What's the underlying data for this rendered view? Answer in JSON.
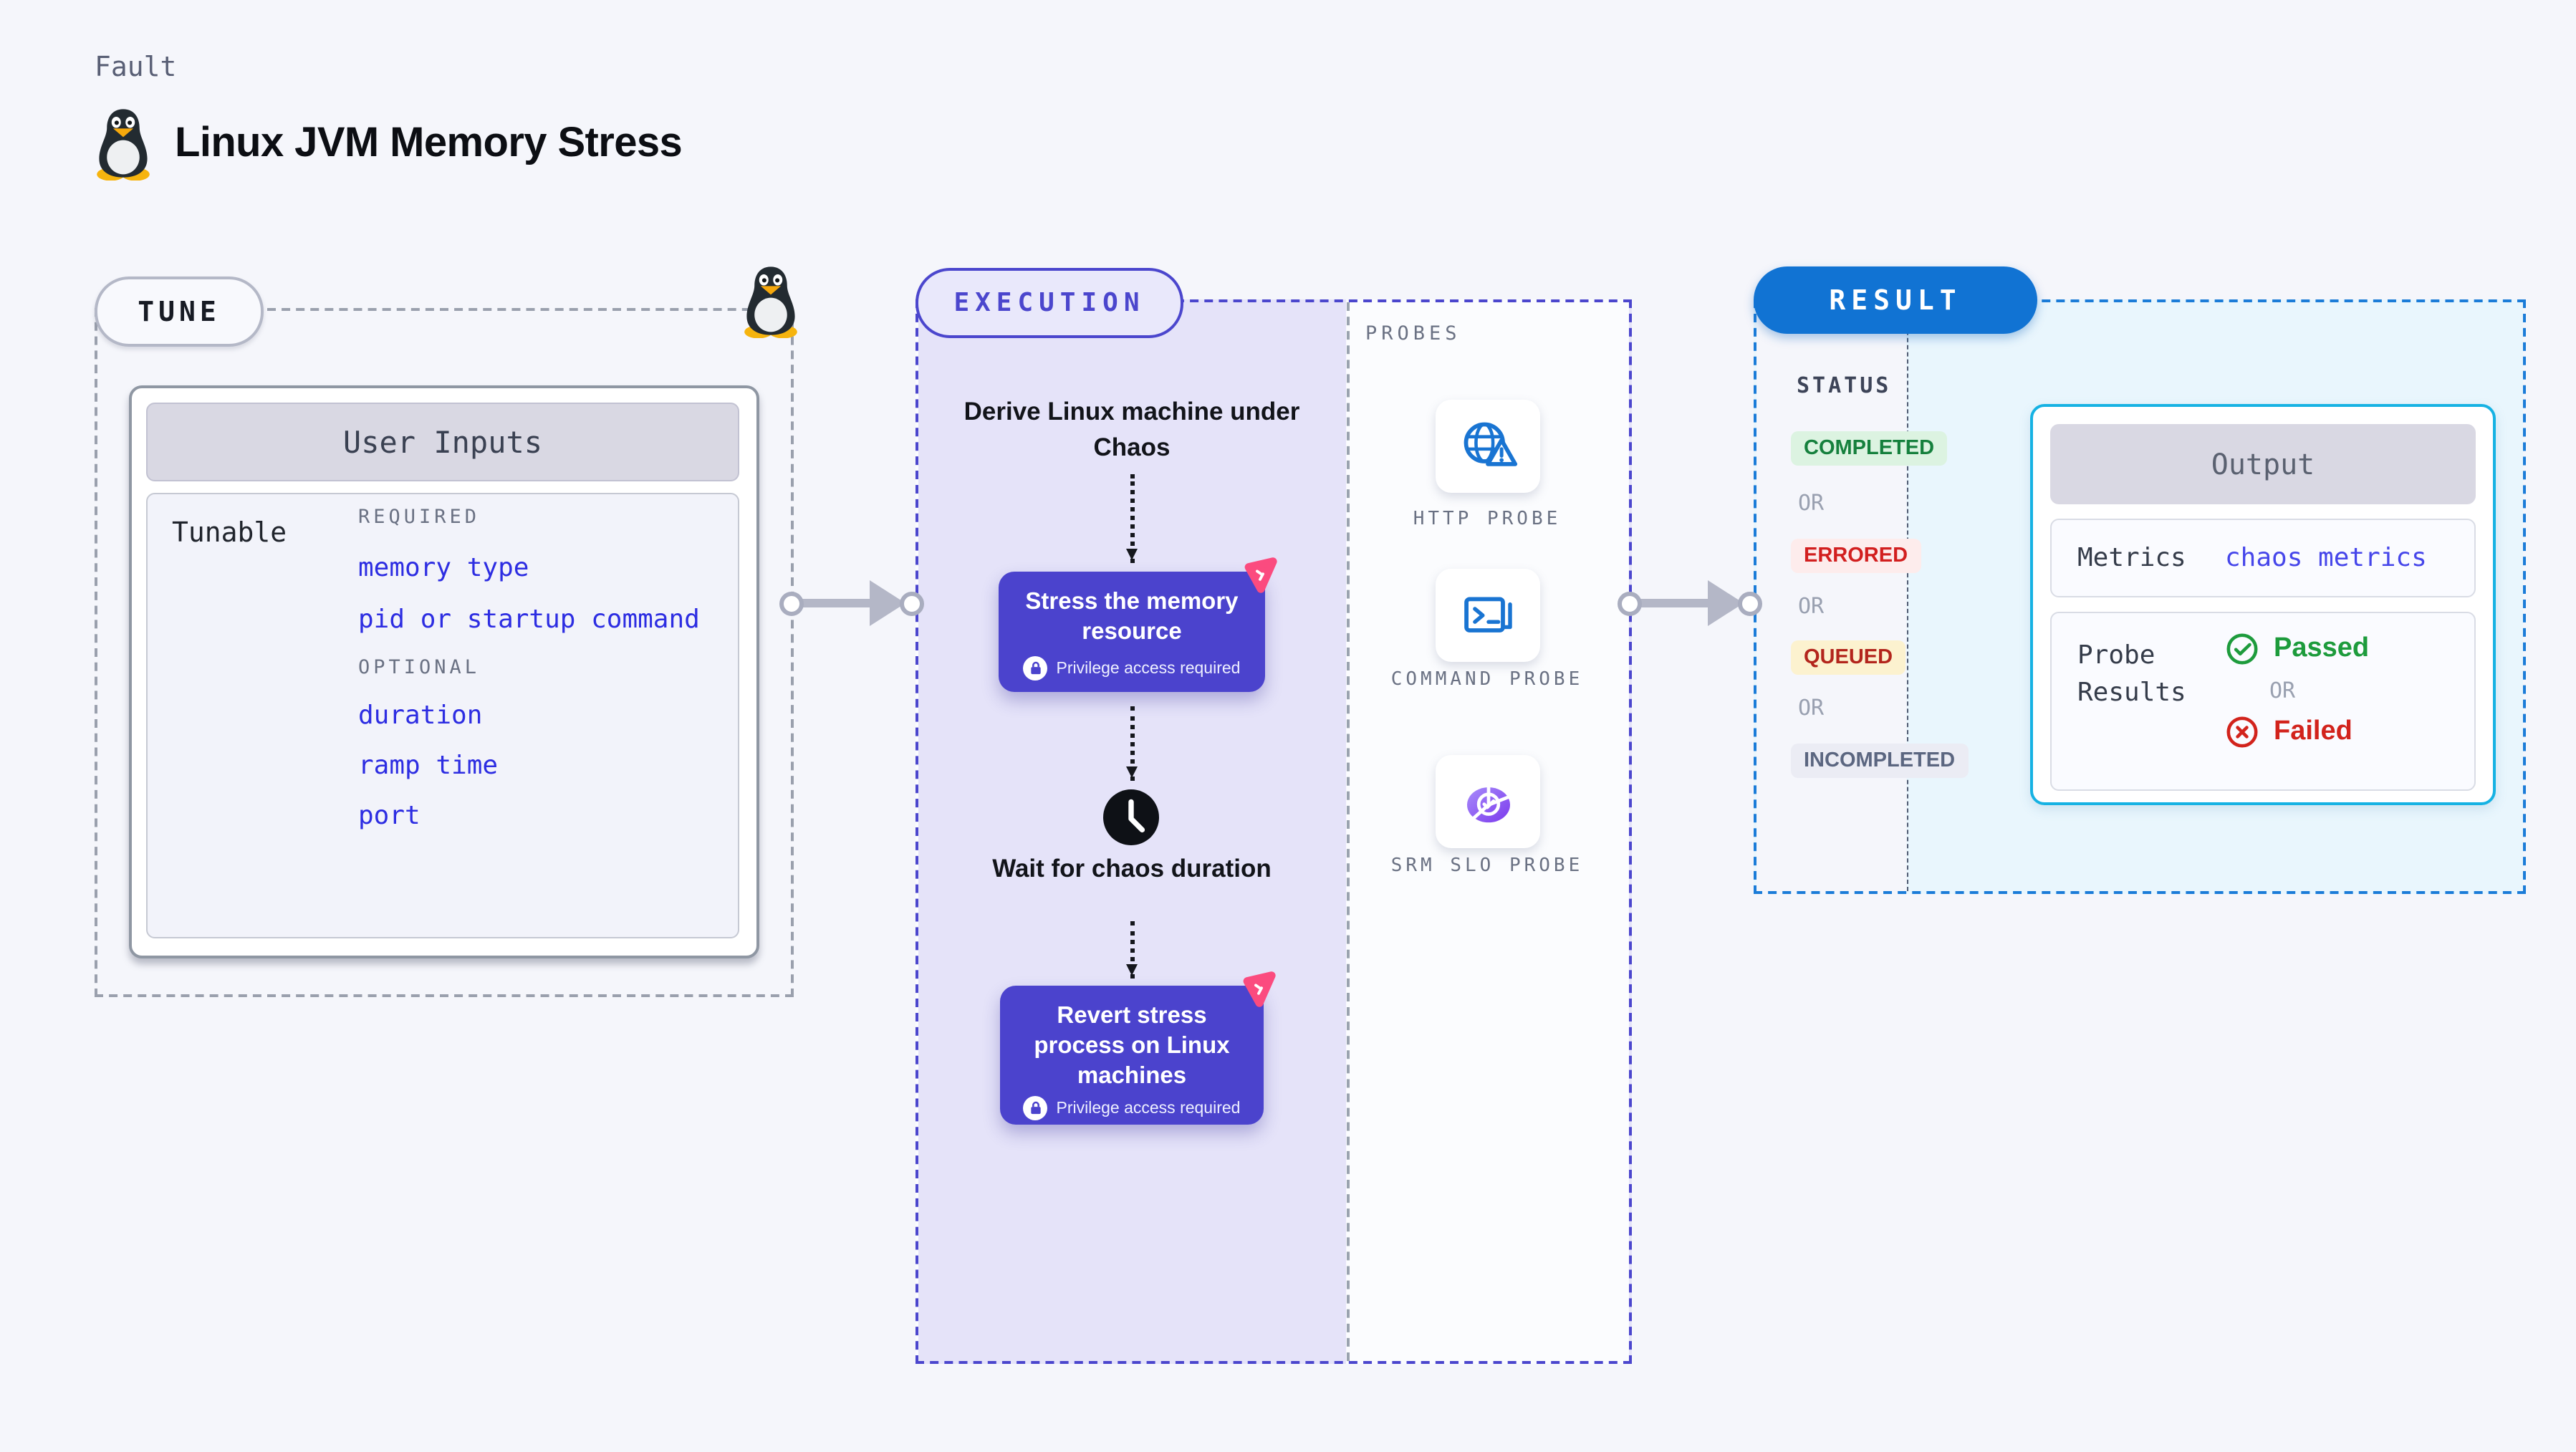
{
  "page": {
    "kicker": "Fault",
    "title": "Linux JVM Memory Stress"
  },
  "tune": {
    "pill": "TUNE",
    "card_title": "User Inputs",
    "row_label": "Tunable",
    "required_heading": "REQUIRED",
    "required_items": [
      "memory type",
      "pid or startup command"
    ],
    "optional_heading": "OPTIONAL",
    "optional_items": [
      "duration",
      "ramp time",
      "port"
    ]
  },
  "execution": {
    "pill": "EXECUTION",
    "steps": {
      "derive": "Derive Linux machine under Chaos",
      "stress": "Stress the memory resource",
      "wait": "Wait for chaos duration",
      "revert": "Revert stress process on Linux machines",
      "privilege": "Privilege access required"
    }
  },
  "probes": {
    "heading": "PROBES",
    "items": [
      {
        "label": "HTTP PROBE",
        "icon": "globe-warning-icon"
      },
      {
        "label": "COMMAND PROBE",
        "icon": "terminal-icon"
      },
      {
        "label": "SRM SLO PROBE",
        "icon": "slo-donut-icon"
      }
    ]
  },
  "result": {
    "pill": "RESULT",
    "status_heading": "STATUS",
    "or_label": "OR",
    "statuses": [
      {
        "label": "COMPLETED",
        "fg": "#15803d",
        "bg": "#dcf3e1"
      },
      {
        "label": "ERRORED",
        "fg": "#d21f1f",
        "bg": "#fdecec"
      },
      {
        "label": "QUEUED",
        "fg": "#b3251c",
        "bg": "#fcf2cf"
      },
      {
        "label": "INCOMPLETED",
        "fg": "#5b6680",
        "bg": "#ebecf4"
      }
    ],
    "output": {
      "title": "Output",
      "metrics_label": "Metrics",
      "metrics_link": "chaos metrics",
      "probe_label": "Probe Results",
      "passed": "Passed",
      "or": "OR",
      "failed": "Failed"
    }
  },
  "colors": {
    "page_bg": "#f5f6fb",
    "execution_accent": "#4b46cd",
    "execution_fill": "#e5e3f9",
    "node_purple": "#4b43cd",
    "chaos_pink": "#fb4b7f",
    "result_accent": "#1b7cd8",
    "result_pill": "#1173d3",
    "result_fill": "#e9f6fd",
    "output_border": "#16b2e3",
    "link_blue": "#2d2de2",
    "probe_icon_blue": "#1974d2",
    "passed_green": "#1d9b3c",
    "failed_red": "#d2231c"
  }
}
